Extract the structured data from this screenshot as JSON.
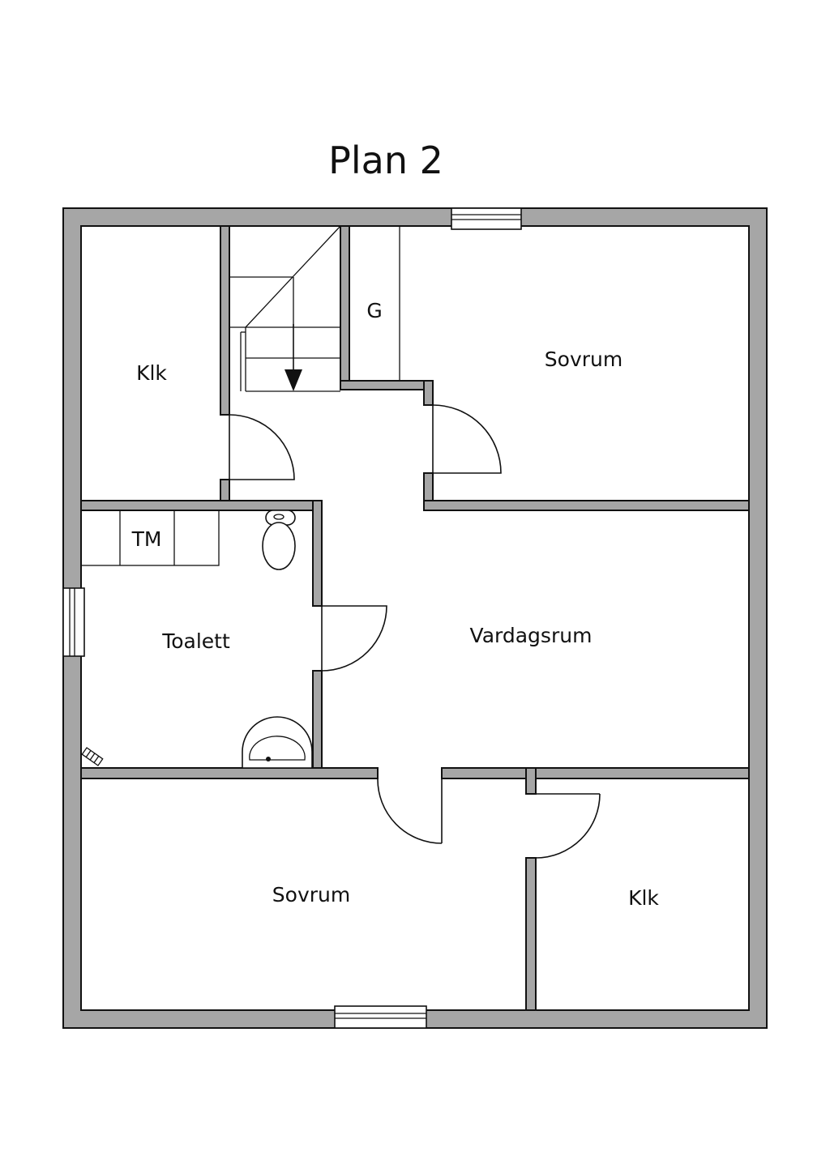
{
  "plan": {
    "title": "Plan 2",
    "rooms": {
      "klk_top_left": "Klk",
      "g_closet": "G",
      "sovrum_top": "Sovrum",
      "tm": "TM",
      "toalett": "Toalett",
      "vardagsrum": "Vardagsrum",
      "sovrum_bottom": "Sovrum",
      "klk_bottom_right": "Klk"
    },
    "colors": {
      "wall_fill": "#a6a6a6",
      "line": "#111111",
      "background": "#ffffff"
    }
  }
}
